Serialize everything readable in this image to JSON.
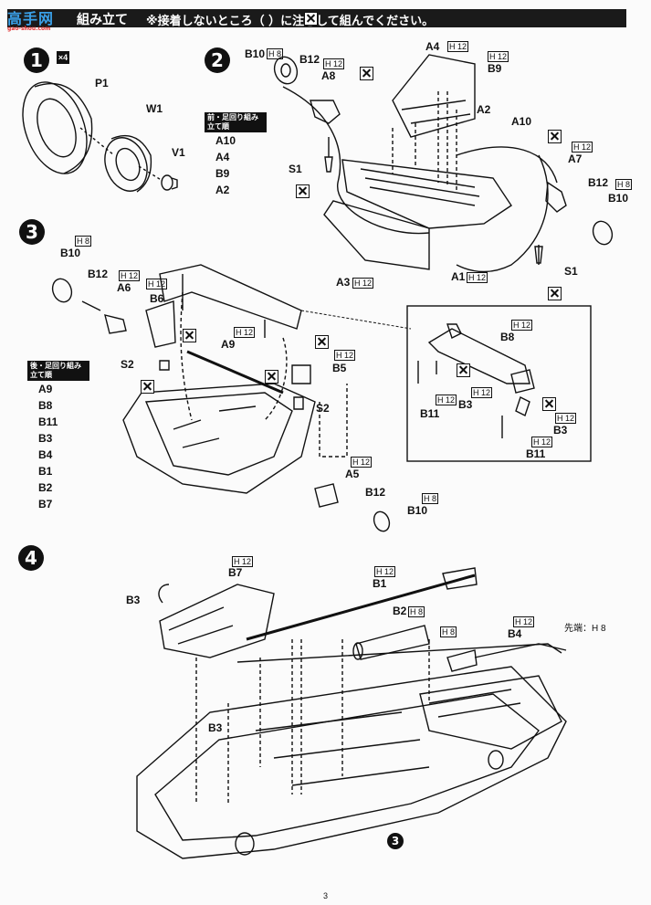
{
  "header": {
    "logo_text": "高手网",
    "logo_sub": "gao-shou.com",
    "tab_label": "組み立て",
    "note": "※接着しないところ（ ）に注意して組んでください。"
  },
  "step1": {
    "number": "1",
    "multiplier": "×4",
    "labels": {
      "p1": "P1",
      "w1": "W1",
      "v1": "V1"
    }
  },
  "step2": {
    "number": "2",
    "sequence_title": "前・足回り組み立て順",
    "sequence": [
      "A10",
      "A4",
      "B9",
      "A2"
    ],
    "labels": {
      "b10_left": "B10",
      "b12_left": "B12",
      "a8": "A8",
      "a4": "A4",
      "b9": "B9",
      "a2": "A2",
      "a10": "A10",
      "s1_left": "S1",
      "a7": "A7",
      "b12_right": "B12",
      "b10_right": "B10",
      "s1_right": "S1",
      "a1": "A1",
      "a3": "A3"
    },
    "h8": "H 8",
    "h12": "H 12"
  },
  "step3": {
    "number": "3",
    "sequence_title": "後・足回り組み立て順",
    "sequence": [
      "A9",
      "B8",
      "B11",
      "B3",
      "B4",
      "B1",
      "B2",
      "B7"
    ],
    "labels": {
      "b10": "B10",
      "b12": "B12",
      "a6": "A6",
      "b6": "B6",
      "a9": "A9",
      "s2_left": "S2",
      "b5": "B5",
      "s2_right": "S2",
      "a5": "A5",
      "b12_bottom": "B12",
      "b10_bottom": "B10",
      "b8": "B8",
      "b11_left": "B11",
      "b3_left": "B3",
      "b3_right": "B3",
      "b11_right": "B11"
    }
  },
  "step4": {
    "number": "4",
    "labels": {
      "b7": "B7",
      "b3_top": "B3",
      "b1": "B1",
      "b2": "B2",
      "b4": "B4",
      "b3_bottom": "B3",
      "tip_note": "先端：H 8",
      "callout": "3"
    }
  },
  "page_number": "3"
}
